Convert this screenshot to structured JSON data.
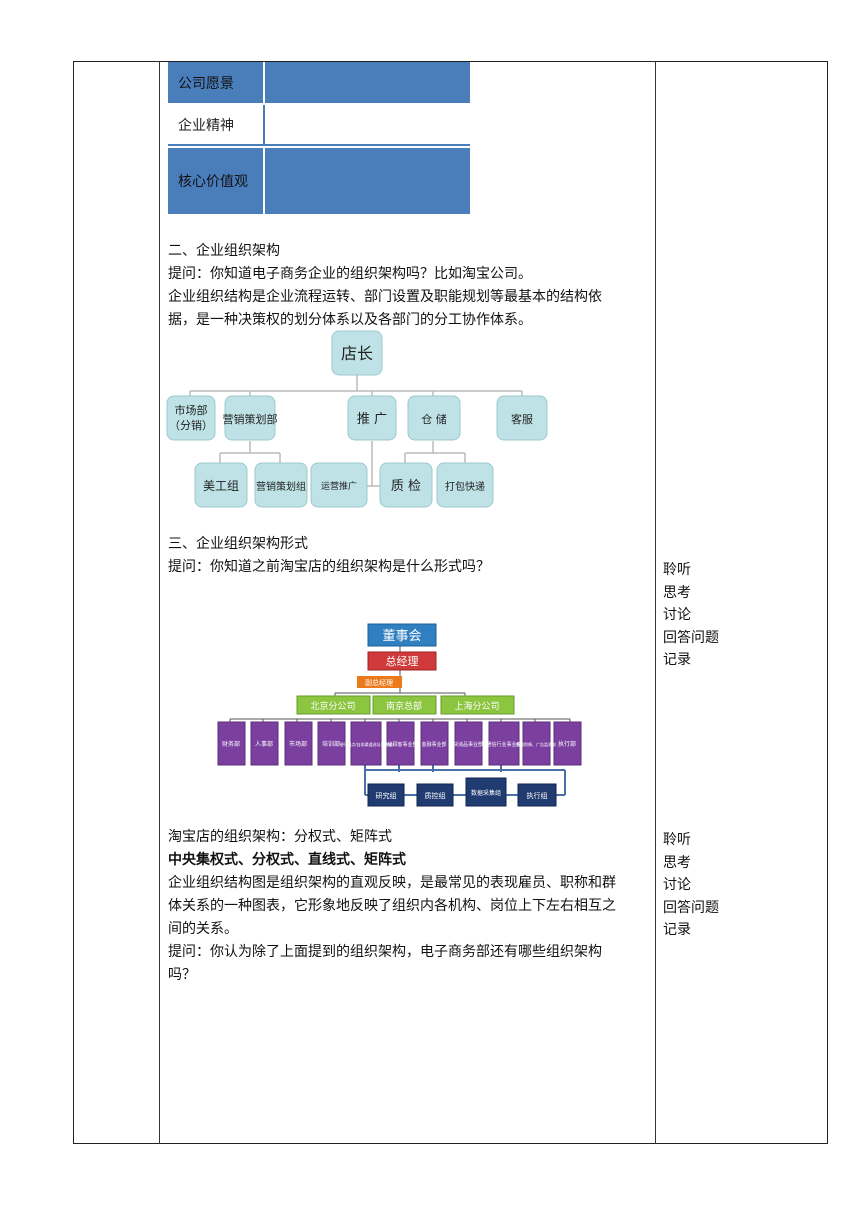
{
  "table": {
    "rows": [
      {
        "label": "公司愿景"
      },
      {
        "label": "企业精神"
      },
      {
        "label": "核心价值观"
      }
    ]
  },
  "section2": {
    "heading": "二、企业组织架构",
    "question": "提问：你知道电子商务企业的组织架构吗？比如淘宝公司。",
    "para1": "企业组织结构是企业流程运转、部门设置及职能规划等最基本的结构依",
    "para2": "据，是一种决策权的划分体系以及各部门的分工协作体系。"
  },
  "org1": {
    "root": "店长",
    "level1": [
      "市场部\n（分销）",
      "营销策划部",
      "推 广",
      "仓 储",
      "客服"
    ],
    "level2": [
      "美工组",
      "营销策划组",
      "运营推广",
      "质 检",
      "打包快递"
    ]
  },
  "section3": {
    "heading": "三、企业组织架构形式",
    "question": "提问：你知道之前淘宝店的组织架构是什么形式吗？"
  },
  "org2": {
    "board": "董事会",
    "gm": "总经理",
    "vgm": "副总经理",
    "branches": [
      "北京分公司",
      "南京总部",
      "上海分公司"
    ],
    "depts": [
      "财务部",
      "人事部",
      "市场部",
      "培训部",
      "银行网点/自助渠道选址事业部",
      "神秘顾客事业部",
      "金融事业部",
      "快消品事业部",
      "通信行业事业部",
      "新闻舆情、广告监测部",
      "执行部"
    ],
    "groups": [
      "研究组",
      "质控组",
      "数据采集组",
      "执行组"
    ]
  },
  "section4": {
    "line1": "淘宝店的组织架构：分权式、矩阵式",
    "line2": "中央集权式、分权式、直线式、矩阵式",
    "para1": "企业组织结构图是组织架构的直观反映，是最常见的表现雇员、职称和群",
    "para2": "体关系的一种图表，它形象地反映了组织内各机构、岗位上下左右相互之",
    "para3": "间的关系。",
    "q1": "提问：你认为除了上面提到的组织架构，电子商务部还有哪些组织架构",
    "q2": "吗？"
  },
  "activities1": [
    "聆听",
    "思考",
    "讨论",
    "回答问题",
    "记录"
  ],
  "activities2": [
    "聆听",
    "思考",
    "讨论",
    "回答问题",
    "记录"
  ]
}
